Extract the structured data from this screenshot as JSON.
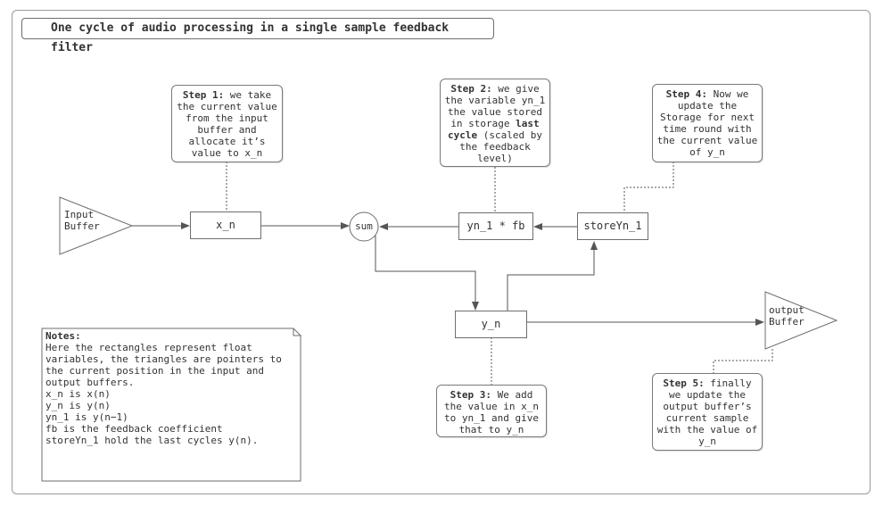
{
  "title": "One cycle of audio processing in a single sample feedback filter",
  "nodes": {
    "x_n": "x_n",
    "sum": "sum",
    "yn1fb": "yn_1 * fb",
    "store": "storeYn_1",
    "y_n": "y_n"
  },
  "triangles": {
    "input": "Input\nBuffer",
    "output": "output\nBuffer"
  },
  "steps": {
    "step1": {
      "label": "Step 1:",
      "text": " we take\nthe current value\nfrom the input\nbuffer and\nallocate it’s\nvalue to x_n"
    },
    "step2": {
      "label": "Step 2:",
      "text_a": " we give\nthe variable yn_1\nthe value stored\nin storage ",
      "bold": "last\ncycle",
      "text_b": " (scaled by\nthe feedback\nlevel)"
    },
    "step3": {
      "label": "Step 3:",
      "text": " We add\nthe value in x_n\nto yn_1 and give\nthat to y_n"
    },
    "step4": {
      "label": "Step 4:",
      "text": " Now we\nupdate the\nStorage for next\ntime round with\nthe current value\nof y_n"
    },
    "step5": {
      "label": "Step 5:",
      "text": " finally\nwe update the\noutput buffer’s\ncurrent sample\nwith the value of\ny_n"
    }
  },
  "notes": {
    "heading": "Notes:",
    "body": "Here the rectangles represent float\nvariables, the triangles are pointers to\nthe current position in the input and\noutput buffers.\nx_n is x(n)\ny_n is y(n)\nyn_1 is y(n−1)\nfb is the feedback coefficient\nstoreYn_1 hold the last cycles y(n)."
  }
}
